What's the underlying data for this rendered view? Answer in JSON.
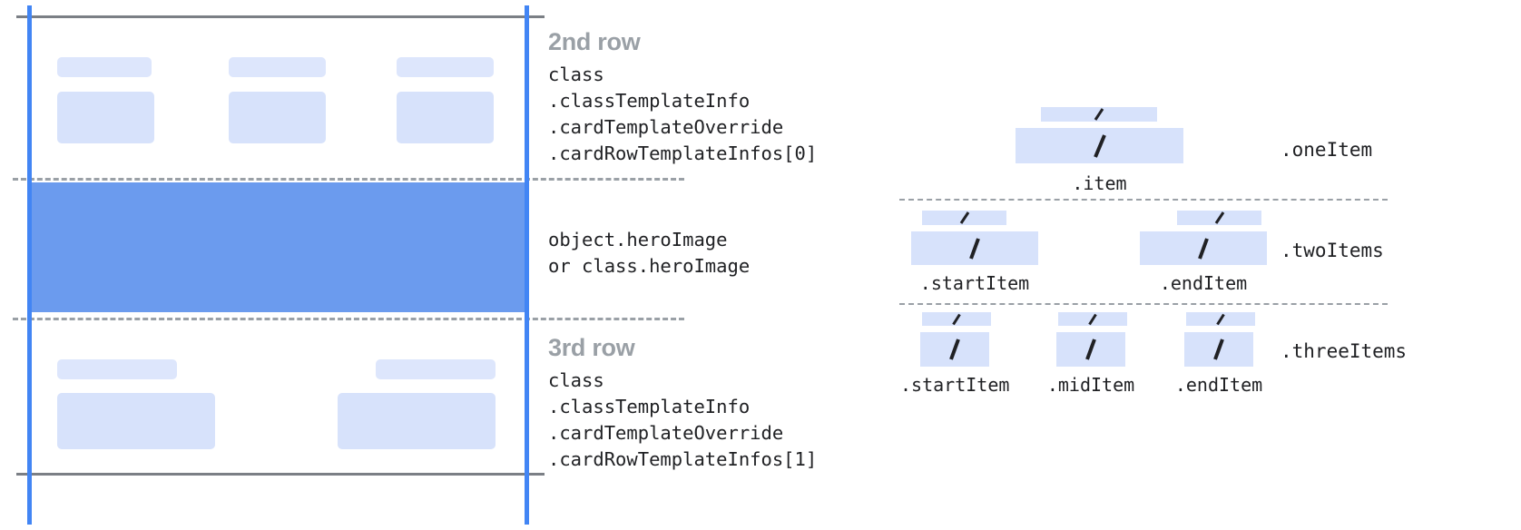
{
  "left_panel": {
    "rows": [
      {
        "id": "second-row",
        "heading": "2nd row",
        "code_lines": [
          "class",
          ".classTemplateInfo",
          ".cardTemplateOverride",
          ".cardRowTemplateInfos[0]"
        ],
        "columns": 3
      },
      {
        "id": "hero-row",
        "heading": "",
        "code_lines": [
          "object.heroImage",
          "or class.heroImage"
        ],
        "columns": 0
      },
      {
        "id": "third-row",
        "heading": "3rd row",
        "code_lines": [
          "class",
          ".classTemplateInfo",
          ".cardTemplateOverride",
          ".cardRowTemplateInfos[1]"
        ],
        "columns": 2
      }
    ]
  },
  "right_panel": {
    "variants": [
      {
        "id": "one-item",
        "label": ".oneItem",
        "slots": [
          {
            "caption": ".item"
          }
        ]
      },
      {
        "id": "two-items",
        "label": ".twoItems",
        "slots": [
          {
            "caption": ".startItem"
          },
          {
            "caption": ".endItem"
          }
        ]
      },
      {
        "id": "three-items",
        "label": ".threeItems",
        "slots": [
          {
            "caption": ".startItem"
          },
          {
            "caption": ".midItem"
          },
          {
            "caption": ".endItem"
          }
        ]
      }
    ]
  },
  "colors": {
    "accent_blue": "#4285f4",
    "hero_blue": "#6b9bee",
    "placeholder_blue": "#d7e2fb",
    "gray_rule": "#7b7f85",
    "dashed_gray": "#9aa0a6",
    "heading_gray": "#9aa0a6",
    "code_text": "#202124"
  }
}
